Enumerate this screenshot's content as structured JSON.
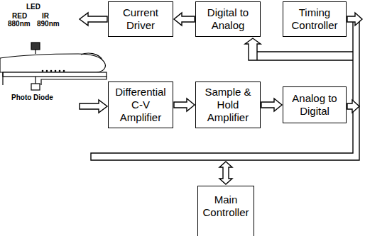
{
  "diagram": {
    "nodes": [
      {
        "text": [
          "Current Driver"
        ]
      },
      {
        "text": [
          "Digital to Analog"
        ]
      },
      {
        "text": [
          "Timing Controller"
        ]
      },
      {
        "text": [
          "Differential C-V Amplifier"
        ]
      },
      {
        "text": [
          "Sample & Hold Amplifier"
        ]
      },
      {
        "text": [
          "Analog to Digital"
        ]
      },
      {
        "text": [
          "Main Controller"
        ]
      }
    ],
    "edges": [
      {
        "from": 1,
        "to": 0,
        "arrow": "to"
      },
      {
        "from": 3,
        "to": 4,
        "arrow": "to"
      },
      {
        "from": 4,
        "to": 5,
        "arrow": "to"
      }
    ],
    "labels": [
      "LED",
      "RED",
      "880nm",
      "IR",
      "890nm",
      "Photo Diode"
    ]
  }
}
